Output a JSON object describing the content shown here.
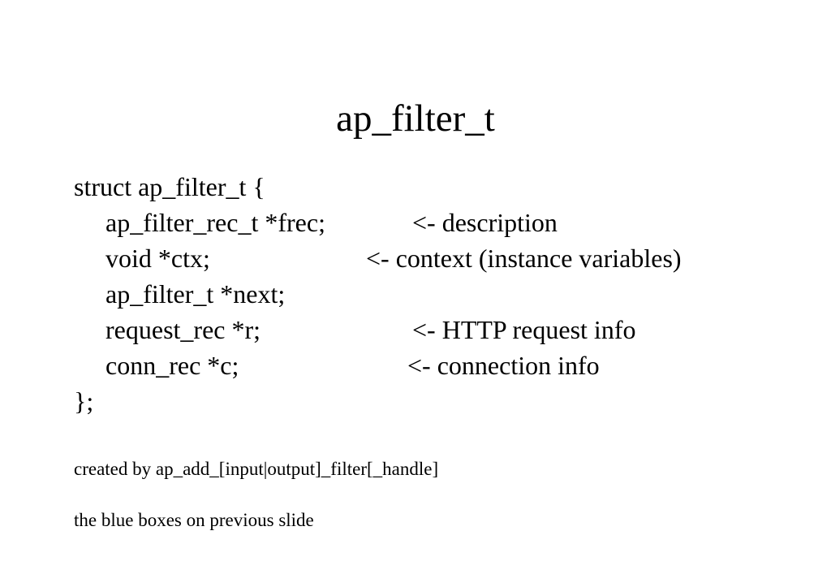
{
  "slide": {
    "title": "ap_filter_t",
    "code": {
      "open": "struct ap_filter_t {",
      "fields": [
        {
          "decl": "ap_filter_rec_t *frec;",
          "comment": "<- description"
        },
        {
          "decl": "void *ctx;",
          "comment": "<- context (instance variables)"
        },
        {
          "decl": "ap_filter_t *next;",
          "comment": ""
        },
        {
          "decl": "request_rec *r;",
          "comment": "<- HTTP request info"
        },
        {
          "decl": "conn_rec *c;",
          "comment": "<- connection info"
        }
      ],
      "close": "};"
    },
    "notes": [
      "created by ap_add_[input|output]_filter[_handle]",
      "the blue boxes on previous slide"
    ]
  }
}
